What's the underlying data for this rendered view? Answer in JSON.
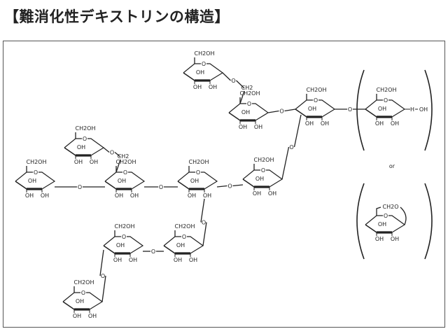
{
  "title": "【難消化性デキストリンの構造】",
  "labels": {
    "ch2oh": "CH2OH",
    "oh": "OH",
    "ch2": "CH2",
    "o": "O",
    "h": "H",
    "ch2o": "CH2O",
    "or": "or"
  }
}
